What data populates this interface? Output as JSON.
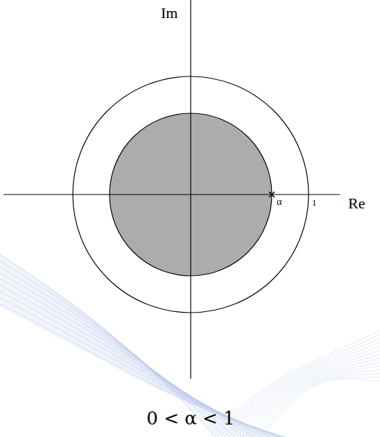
{
  "diagram": {
    "caption": "0 < α < 1",
    "labels": [
      "Im",
      "Re",
      "α",
      "1"
    ]
  }
}
